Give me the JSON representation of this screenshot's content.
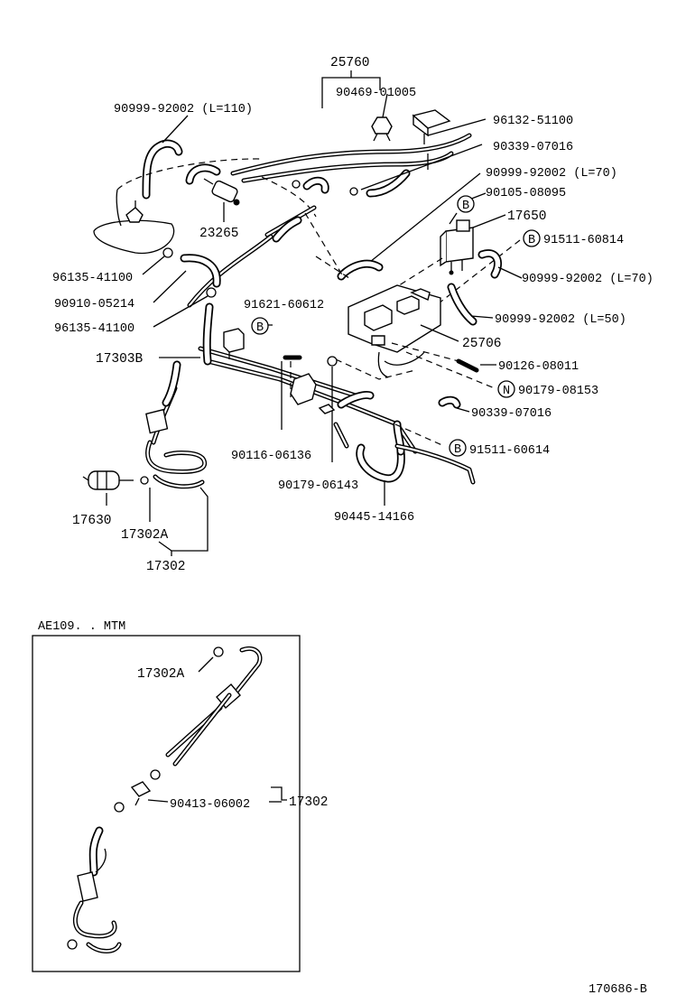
{
  "labels": {
    "p25760": "25760",
    "p90469": "90469-01005",
    "p90999_110": "90999-92002 (L=110)",
    "p96132": "96132-51100",
    "p90339_a": "90339-07016",
    "p90999_70a": "90999-92002 (L=70)",
    "p90105": "90105-08095",
    "p17650": "17650",
    "p91511_60814": "91511-60814",
    "p23265": "23265",
    "p96135_a": "96135-41100",
    "p90999_70b": "90999-92002 (L=70)",
    "p90910": "90910-05214",
    "p91621": "91621-60612",
    "p90999_50": "90999-92002 (L=50)",
    "p96135_b": "96135-41100",
    "p25706": "25706",
    "p17303B": "17303B",
    "p90126": "90126-08011",
    "p90179_08153": "90179-08153",
    "p90339_b": "90339-07016",
    "p91511_60614": "91511-60614",
    "p90116": "90116-06136",
    "p90179_06143": "90179-06143",
    "p90445": "90445-14166",
    "p17630": "17630",
    "p17302A": "17302A",
    "p17302": "17302",
    "inset_title": "AE109. . MTM",
    "inset_17302A": "17302A",
    "inset_90413": "90413-06002",
    "inset_17302": "17302",
    "ref_number": "170686-B"
  },
  "markers": {
    "b": "B",
    "n": "N"
  }
}
